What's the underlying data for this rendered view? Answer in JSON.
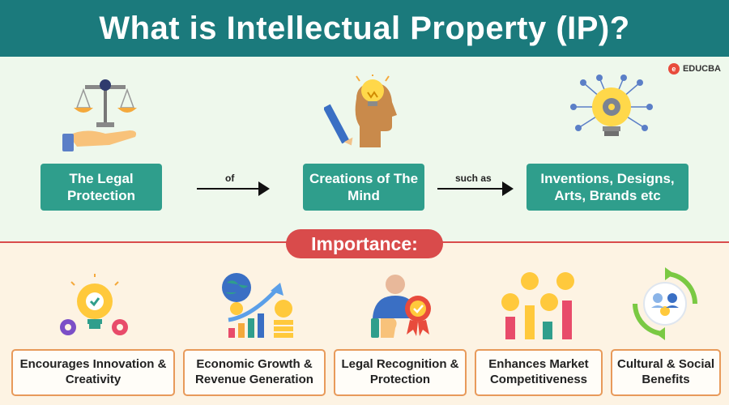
{
  "title": "What is Intellectual Property (IP)?",
  "brand": "EDUCBA",
  "flow": {
    "box1": "The Legal Protection",
    "arrow1": "of",
    "box2": "Creations of The Mind",
    "arrow2": "such as",
    "box3": "Inventions, Designs, Arts, Brands etc"
  },
  "importance_label": "Importance:",
  "benefits": [
    "Encourages Innovation & Creativity",
    "Economic Growth & Revenue Generation",
    "Legal Recognition & Protection",
    "Enhances Market Competitiveness",
    "Cultural & Social Benefits"
  ],
  "colors": {
    "header": "#1b7a7c",
    "flow_box": "#2f9e8c",
    "accent_red": "#d94b4b",
    "card_border": "#e89a5a"
  },
  "icons": [
    "justice-scale-icon",
    "idea-head-icon",
    "lightbulb-gear-icon",
    "innovation-bulb-icon",
    "growth-chart-icon",
    "certified-person-icon",
    "market-bars-icon",
    "cultural-cycle-icon"
  ]
}
